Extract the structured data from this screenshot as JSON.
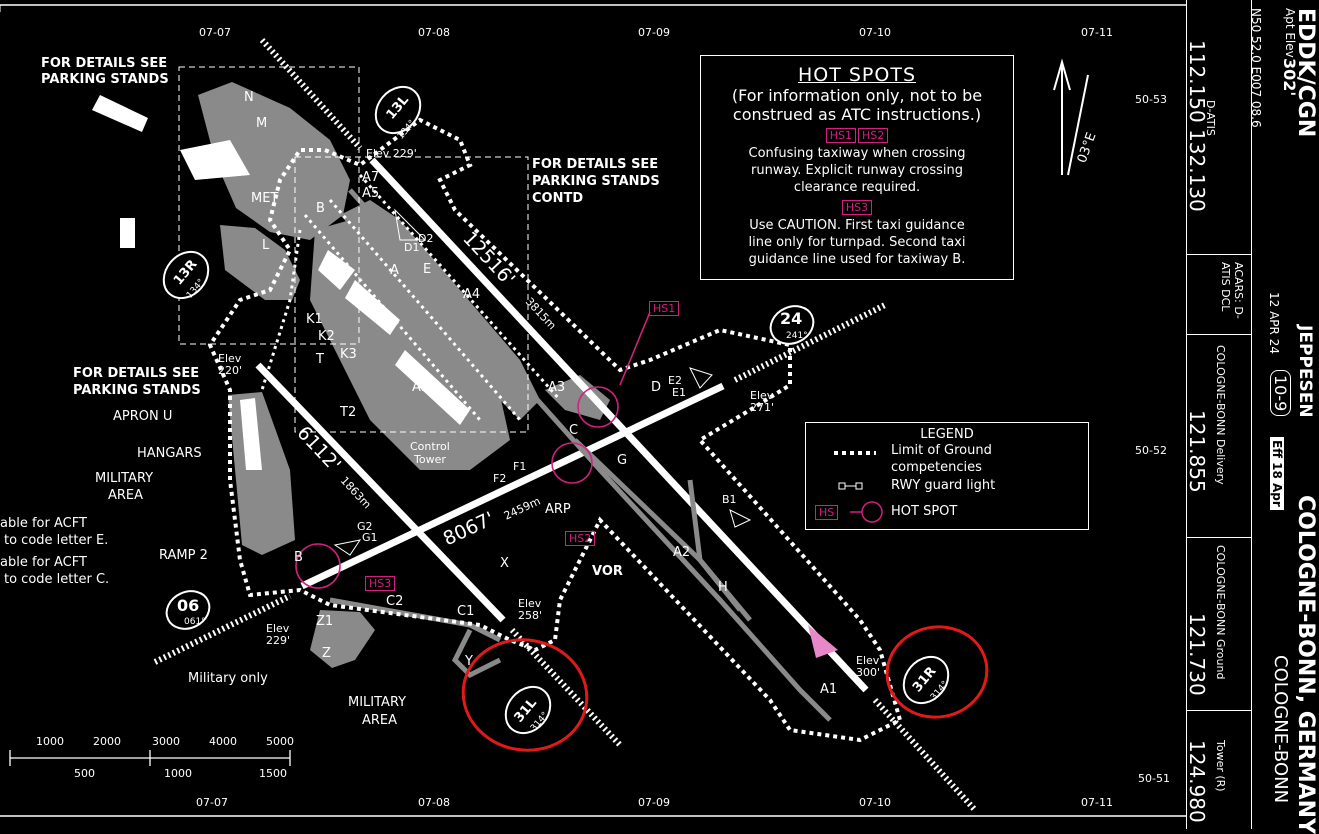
{
  "header": {
    "airport_code": "EDDK/CGN",
    "apt_elev_label": "Apt Elev",
    "apt_elev_value": "302'",
    "coords": "N50 52.0 E007 08.6",
    "city": "COLOGNE-BONN, GERMANY",
    "airport_name": "COLOGNE-BONN",
    "date": "12 APR 24",
    "chart_number": "10-9",
    "effective": "Eff 18 Apr",
    "brand": "JEPPESEN"
  },
  "frequencies": [
    {
      "label": "D-ATIS",
      "value": "112.150  132.130"
    },
    {
      "label": "ACARS: D-ATIS DCL",
      "value": ""
    },
    {
      "label": "COLOGNE-BONN Delivery",
      "value": "121.855"
    },
    {
      "label": "COLOGNE-BONN Ground",
      "value": "121.730"
    },
    {
      "label": "Tower (R)",
      "value": "124.980"
    }
  ],
  "grid": {
    "top": [
      "07-07",
      "07-08",
      "07-09",
      "07-10",
      "07-11"
    ],
    "bottom": [
      "07-07",
      "07-08",
      "07-09",
      "07-10",
      "07-11"
    ],
    "right": [
      "50-53",
      "50-52",
      "50-51"
    ]
  },
  "hot_spots_box": {
    "title": "HOT SPOTS",
    "subtitle_1": "(For information only, not to be",
    "subtitle_2": "construed as ATC instructions.)",
    "tag_hs1": "HS1",
    "tag_hs2": "HS2",
    "text_1_a": "Confusing taxiway when crossing",
    "text_1_b": "runway. Explicit runway crossing",
    "text_1_c": "clearance required.",
    "tag_hs3": "HS3",
    "text_3_a": "Use CAUTION. First taxi guidance",
    "text_3_b": "line only for turnpad. Second taxi",
    "text_3_c": "guidance line used for taxiway B."
  },
  "legend": {
    "title": "LEGEND",
    "row1_a": "Limit of Ground",
    "row1_b": "competencies",
    "row2": "RWY guard light",
    "row3_tag": "HS",
    "row3": "HOT SPOT"
  },
  "runways": {
    "r13l": {
      "label": "13L",
      "hdg": "134°"
    },
    "r13r": {
      "label": "13R",
      "hdg": "134°"
    },
    "r24": {
      "label": "24",
      "hdg": "241°"
    },
    "r06": {
      "label": "06",
      "hdg": "061°"
    },
    "r31l": {
      "label": "31L",
      "hdg": "314°"
    },
    "r31r": {
      "label": "31R",
      "hdg": "314°"
    },
    "len_a": "12516'",
    "len_a_m": "3815m",
    "len_b": "6112'",
    "len_b_m": "1863m",
    "len_c": "8067'",
    "len_c_m": "2459m"
  },
  "notes": {
    "parking_1a": "FOR DETAILS SEE",
    "parking_1b": "PARKING STANDS",
    "parking_2a": "FOR DETAILS SEE",
    "parking_2b": "PARKING STANDS",
    "parking_2c": "CONTD",
    "parking_3a": "FOR DETAILS SEE",
    "parking_3b": "PARKING STANDS",
    "apron_u": "APRON U",
    "hangars": "HANGARS",
    "military_area_1a": "MILITARY",
    "military_area_1b": "AREA",
    "suitable_e_a": "able for ACFT",
    "suitable_e_b": "to code letter E.",
    "suitable_c_a": "able for ACFT",
    "suitable_c_b": "to code letter C.",
    "ramp2": "RAMP 2",
    "military_only": "Military only",
    "military_area_2a": "MILITARY",
    "military_area_2b": "AREA",
    "met": "MET",
    "ais": "AIS",
    "control_tower_a": "Control",
    "control_tower_b": "Tower",
    "arp": "ARP",
    "vor": "VOR",
    "mag_var": "03°E",
    "hs1": "HS1",
    "hs2": "HS2",
    "hs3": "HS3"
  },
  "elevations": {
    "e229_top": "Elev 229'",
    "e220": "Elev 220'",
    "e271": "Elev 271'",
    "e258": "Elev 258'",
    "e229_bottom": "Elev 229'",
    "e300": "Elev 300'"
  },
  "taxiways": [
    "N",
    "M",
    "L",
    "B",
    "A7",
    "A5",
    "D1",
    "D2",
    "A",
    "E",
    "A4",
    "K1",
    "K2",
    "K3",
    "T",
    "T2",
    "A3",
    "D",
    "E2",
    "E1",
    "C",
    "G",
    "F1",
    "F2",
    "A2",
    "B1",
    "H",
    "X",
    "C1",
    "Y",
    "Z",
    "Z1",
    "C2",
    "A1",
    "G1",
    "G2",
    "B"
  ],
  "scale": {
    "feet": [
      "1000",
      "2000",
      "3000",
      "4000",
      "5000"
    ],
    "meters": [
      "500",
      "1000",
      "1500"
    ]
  },
  "colors": {
    "background": "#000000",
    "foreground": "#ffffff",
    "hotspot": "#d1207e",
    "apron": "#8a8a8a",
    "annotation": "#e01a1a"
  }
}
